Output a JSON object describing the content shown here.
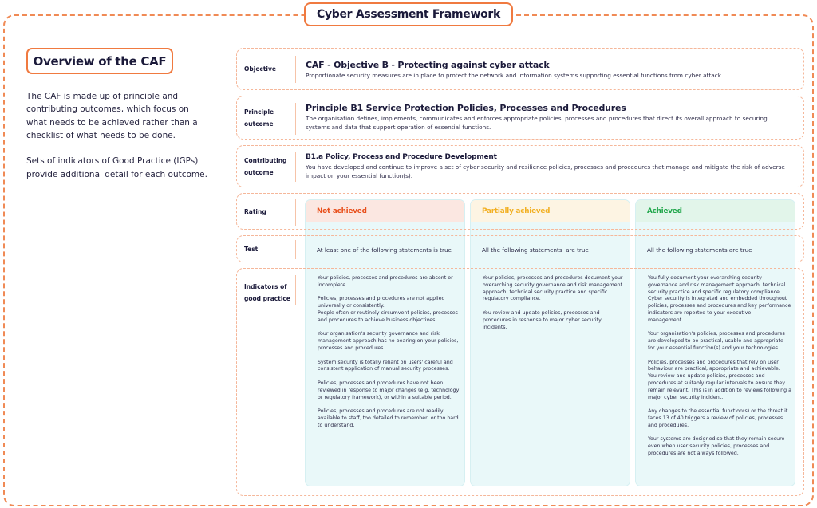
{
  "header": {
    "title": "Cyber Assessment Framework"
  },
  "overview": {
    "title": "Overview of the CAF",
    "paragraphs": [
      "The CAF is made up of principle and contributing outcomes, which focus on what needs to be achieved rather than a checklist of what needs to be done.",
      "Sets of indicators of Good Practice (IGPs) provide additional detail for each outcome."
    ]
  },
  "objective": {
    "label": "Objective",
    "title": "CAF - Objective B - Protecting against cyber attack",
    "description": "Proportionate security measures are in place to protect the network and information systems supporting essential functions from cyber attack."
  },
  "principle": {
    "label_line1": "Principle",
    "label_line2": "outcome",
    "title": "Principle B1 Service Protection Policies, Processes and Procedures",
    "description": "The organisation defines, implements, communicates and enforces appropriate policies, processes and procedures that direct its overall approach to securing systems and data that support operation of essential functions."
  },
  "contributing": {
    "label_line1": "Contributing",
    "label_line2": "outcome",
    "title": "B1.a Policy, Process and Procedure Development",
    "description": "You have developed and continue to improve a set of cyber security and resilience policies, processes and procedures that manage and mitigate the risk of adverse impact on your essential function(s)."
  },
  "rating": {
    "label": "Rating"
  },
  "test": {
    "label": "Test"
  },
  "indicators": {
    "label_line1": "Indicators of",
    "label_line2": "good practice"
  },
  "columns": [
    {
      "rating": "Not achieved",
      "color": "#e8501c",
      "head_bg": "#fbe7e1",
      "test": "At least one of the following statements is true",
      "indicators": [
        "Your policies, processes and procedures are absent or incomplete.",
        "Policies, processes and procedures are not applied universally or consistently.\nPeople often or routinely circumvent policies, processes and procedures to achieve business objectives.",
        "Your organisation's security governance and risk management approach has no bearing on your policies, processes and procedures.",
        "System security is totally reliant on users' careful and consistent application of manual security processes.",
        "Policies, processes and procedures have not been reviewed in response to major changes (e.g. technology or regulatory framework), or within a suitable period.",
        "Policies, processes and procedures are not readily available to staff, too detailed to remember, or too hard to understand."
      ]
    },
    {
      "rating": "Partially achieved",
      "color": "#f2b024",
      "head_bg": "#fdf4e3",
      "test": "All the following statements  are true",
      "indicators": [
        "Your policies, processes and procedures document your\noverarching security governance and risk management approach, technical security practice and specific regulatory compliance.",
        "You review and update policies, processes and procedures in response to major cyber security incidents."
      ]
    },
    {
      "rating": "Achieved",
      "color": "#1fa64a",
      "head_bg": "#e2f5ea",
      "test": "All the following statements are true",
      "indicators": [
        "You fully document your overarching security governance and risk management approach, technical security practice and specific regulatory compliance.\nCyber security is integrated and embedded throughout policies, processes and procedures and key performance indicators are reported to your executive\nmanagement.",
        "Your organisation's policies, processes and procedures are developed to be practical, usable and appropriate for your essential function(s) and your technologies.",
        "Policies, processes and procedures that rely on user behaviour are practical, appropriate and achievable.\nYou review and update policies, processes and procedures at suitably regular intervals to ensure they remain relevant. This is in addition to reviews following a major cyber security incident.",
        "Any changes to the essential function(s) or the threat it faces 13 of 40 triggers a review of policies, processes and procedures.",
        "Your systems are designed so that they remain secure even when user security policies, processes and procedures are not always followed."
      ]
    }
  ]
}
